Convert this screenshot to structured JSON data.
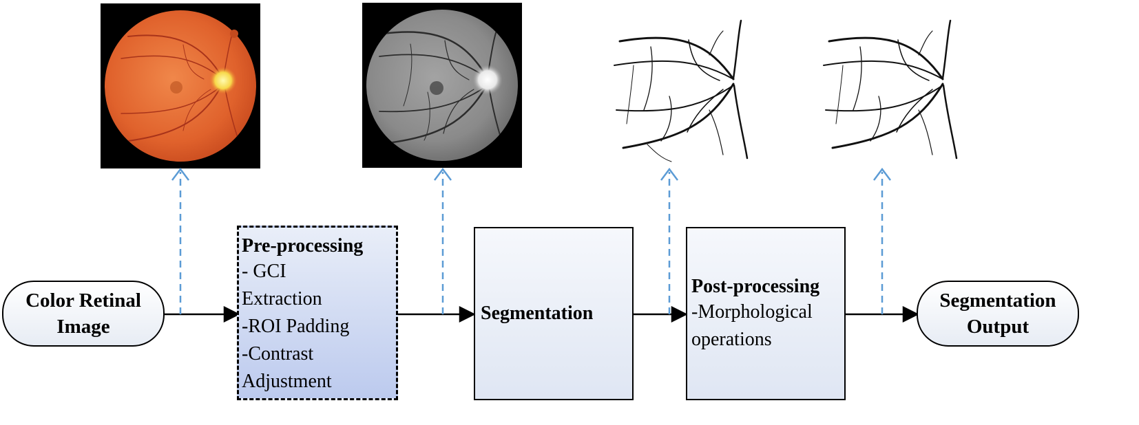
{
  "nodes": {
    "input": {
      "line1": "Color Retinal",
      "line2": "Image"
    },
    "preprocessing": {
      "title": "Pre-processing",
      "lines": [
        "- GCI",
        "Extraction",
        "-ROI Padding",
        "-Contrast",
        "Adjustment"
      ]
    },
    "segmentation": {
      "title": "Segmentation"
    },
    "postprocessing": {
      "title": "Post-processing",
      "lines": [
        "-Morphological",
        "operations"
      ]
    },
    "output": {
      "line1": "Segmentation",
      "line2": "Output"
    }
  },
  "colors": {
    "orange_fundus": "#e8642c",
    "gray_fundus": "#8c8c8c",
    "dashed_arrow": "#5b9bd5",
    "solid_arrow": "#000000",
    "pre_box_fill": "#c7d3ef",
    "box_fill": "#e6ebf4"
  },
  "icons": [
    "color-fundus-image",
    "grayscale-fundus-image",
    "vessel-map-image",
    "refined-vessel-map-image"
  ]
}
